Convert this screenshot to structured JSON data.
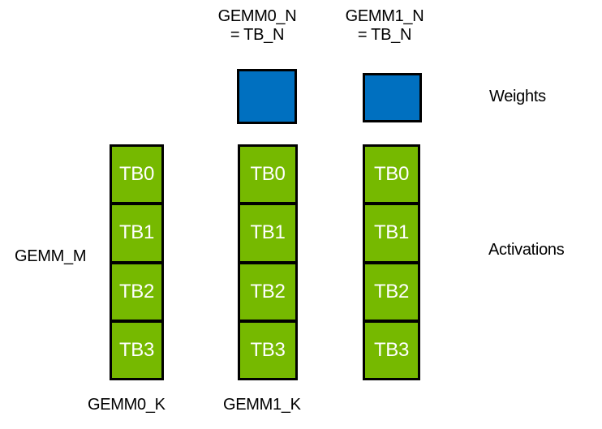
{
  "colors": {
    "weights_fill": "#0070C0",
    "activations_fill": "#76B900",
    "border": "#000000",
    "tb_label_text": "#FFFFFF",
    "label_text": "#000000"
  },
  "labels": {
    "gemm0_n": {
      "line1": "GEMM0_N",
      "line2": "= TB_N"
    },
    "gemm1_n": {
      "line1": "GEMM1_N",
      "line2": "= TB_N"
    },
    "weights": "Weights",
    "activations": "Activations",
    "gemm_m": "GEMM_M",
    "gemm0_k": "GEMM0_K",
    "gemm1_k": "GEMM1_K"
  },
  "columns": [
    {
      "cells": [
        "TB0",
        "TB1",
        "TB2",
        "TB3"
      ]
    },
    {
      "cells": [
        "TB0",
        "TB1",
        "TB2",
        "TB3"
      ]
    },
    {
      "cells": [
        "TB0",
        "TB1",
        "TB2",
        "TB3"
      ]
    }
  ]
}
